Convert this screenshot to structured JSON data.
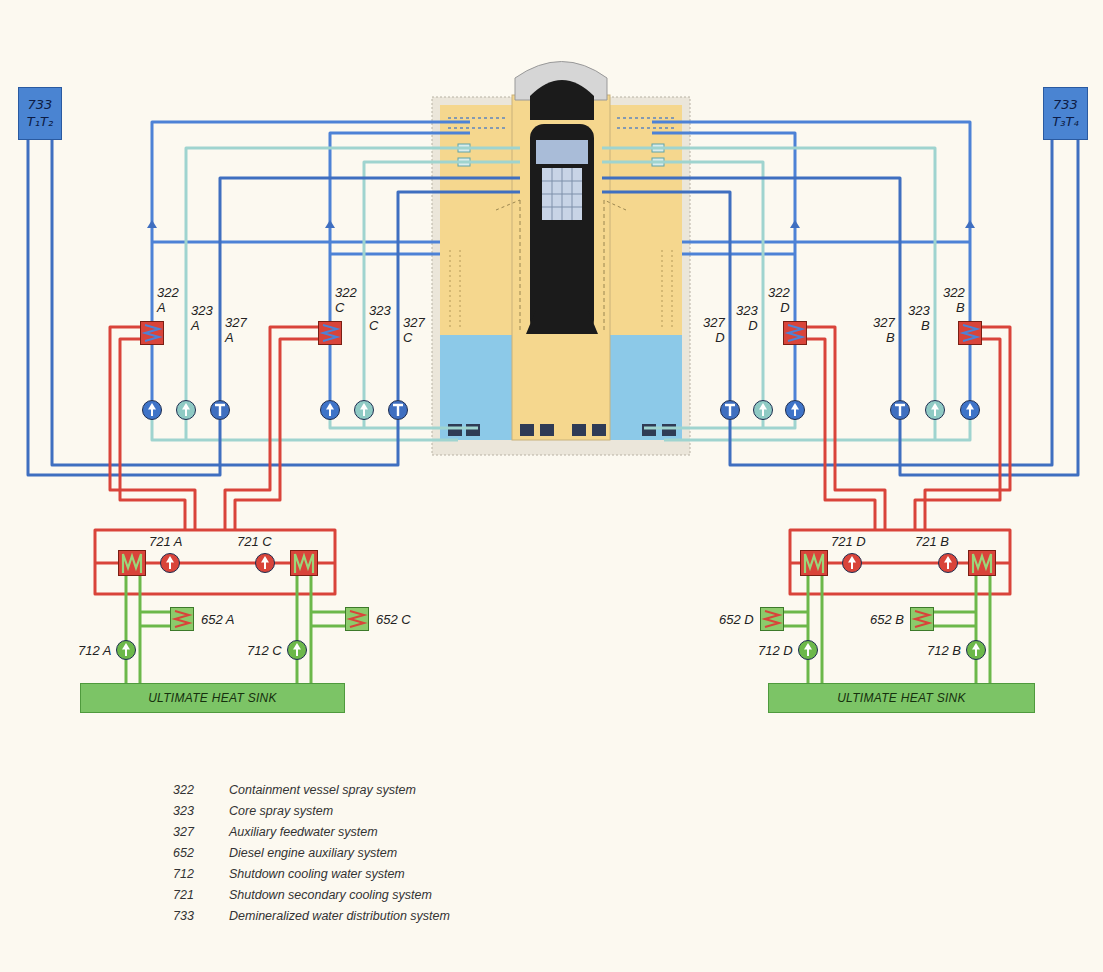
{
  "diagram": {
    "nodes": [
      {
        "text": [
          "733",
          "T₁T₂"
        ]
      },
      {
        "text": [
          "733",
          "T₃T₄"
        ]
      },
      {
        "text": [
          "ULTIMATE HEAT SINK"
        ]
      },
      {
        "text": [
          "ULTIMATE HEAT SINK"
        ]
      }
    ],
    "labels": [
      "322 A",
      "323 A",
      "327 A",
      "322 C",
      "323 C",
      "327 C",
      "327 D",
      "323 D",
      "322 D",
      "327 B",
      "323 B",
      "322 B",
      "721 A",
      "721 C",
      "721 D",
      "721 B",
      "652 A",
      "652 C",
      "652 D",
      "652 B",
      "712 A",
      "712 C",
      "712 D",
      "712 B",
      "322",
      "Containment vessel spray system",
      "323",
      "Core spray system",
      "327",
      "Auxiliary feedwater system",
      "652",
      "Diesel engine auxiliary system",
      "712",
      "Shutdown cooling water system",
      "721",
      "Shutdown secondary cooling system",
      "733",
      "Demineralized water distribution system"
    ]
  }
}
